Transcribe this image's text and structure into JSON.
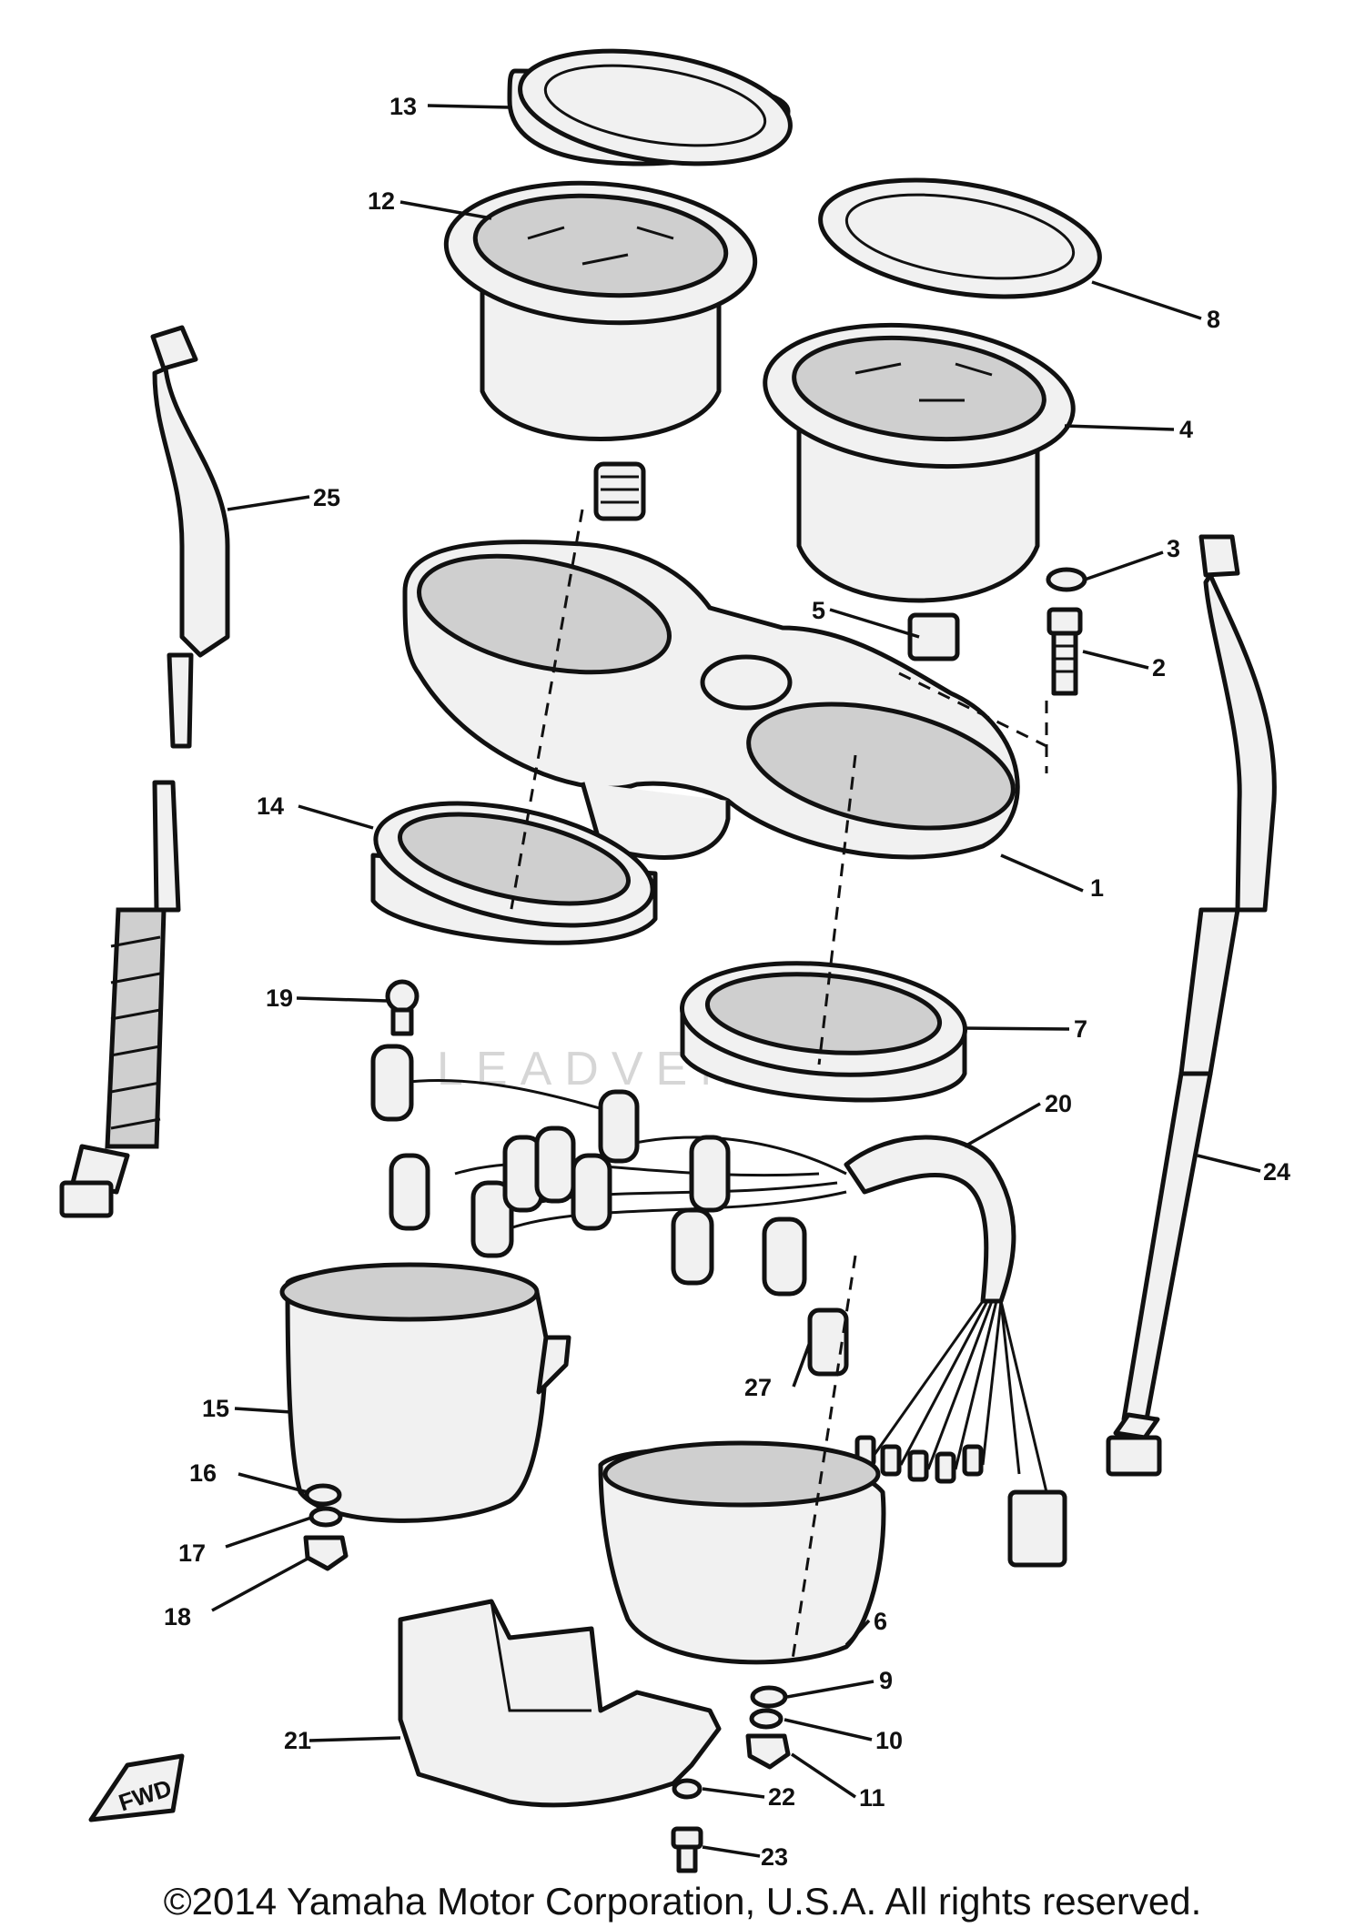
{
  "diagram": {
    "callouts": [
      "1",
      "2",
      "3",
      "4",
      "5",
      "6",
      "7",
      "8",
      "9",
      "10",
      "11",
      "12",
      "13",
      "14",
      "15",
      "16",
      "17",
      "18",
      "19",
      "20",
      "21",
      "22",
      "23",
      "24",
      "25",
      "27"
    ],
    "fwd_label": "FWD",
    "watermark": "LEADVENTURE"
  },
  "footer": {
    "copyright": "©2014 Yamaha Motor Corporation, U.S.A. All rights reserved."
  }
}
